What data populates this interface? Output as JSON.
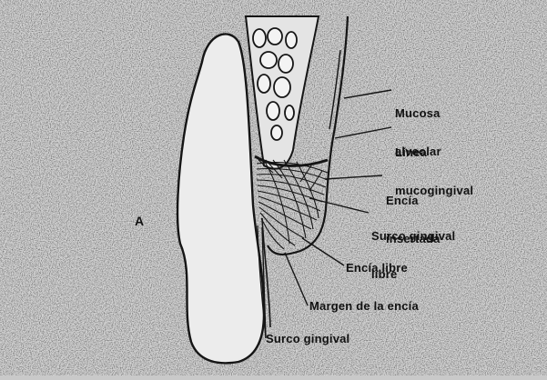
{
  "panel_letter": "A",
  "labels": {
    "mucosa_alveolar": [
      "Mucosa",
      "alveolar"
    ],
    "linea_mucogingival": [
      "Línea",
      "mucogingival"
    ],
    "encia_insertada": [
      "Encía",
      "insertada"
    ],
    "surco_gingival_libre": [
      "Surco gingival",
      "libre"
    ],
    "encia_libre": "Encía libre",
    "margen_encia": "Margen de la encía",
    "surco_gingival": "Surco gingival"
  },
  "colors": {
    "background": "#c9c9c9",
    "ink": "#151515"
  }
}
